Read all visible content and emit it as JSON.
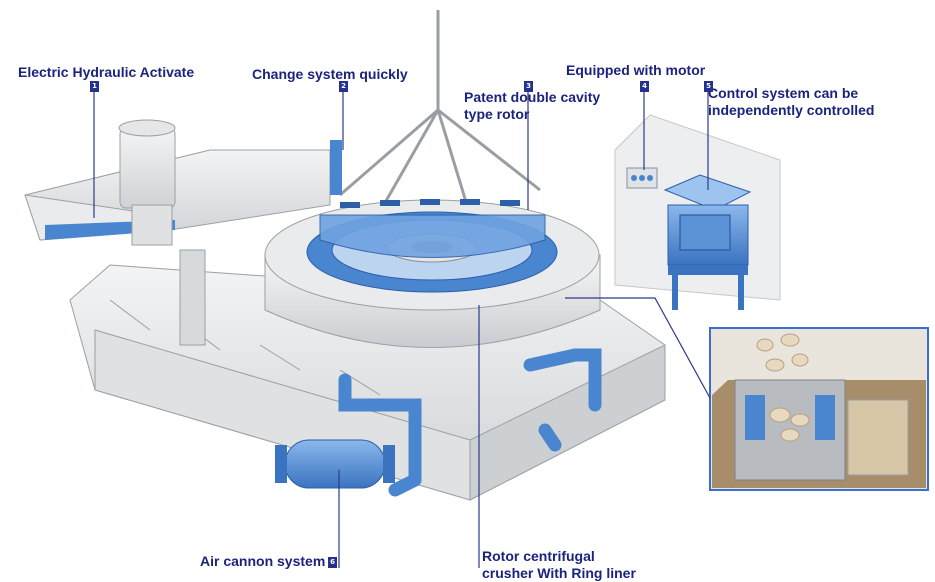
{
  "labels": [
    {
      "id": "electric-hydraulic",
      "text": "Electric Hydraulic Activate",
      "number": "1"
    },
    {
      "id": "change-system",
      "text": "Change system quickly",
      "number": "2"
    },
    {
      "id": "patent-rotor",
      "text_line1": "Patent double cavity",
      "text_line2": "type rotor",
      "number": "3"
    },
    {
      "id": "equipped-motor",
      "text": "Equipped with motor",
      "number": "4"
    },
    {
      "id": "control-system",
      "text_line1": "Control system can be",
      "text_line2": "independently controlled",
      "number": "5"
    },
    {
      "id": "air-cannon",
      "text": "Air cannon system",
      "number": "6"
    },
    {
      "id": "rotor-crusher",
      "text_line1": "Rotor centrifugal",
      "text_line2": "crusher With Ring liner"
    }
  ],
  "colors": {
    "label_text": "#1a237e",
    "badge_bg": "#24318f",
    "accent_blue": "#4a86d0",
    "frame": "#e4e6e8",
    "leader": "#2b3a8a"
  }
}
